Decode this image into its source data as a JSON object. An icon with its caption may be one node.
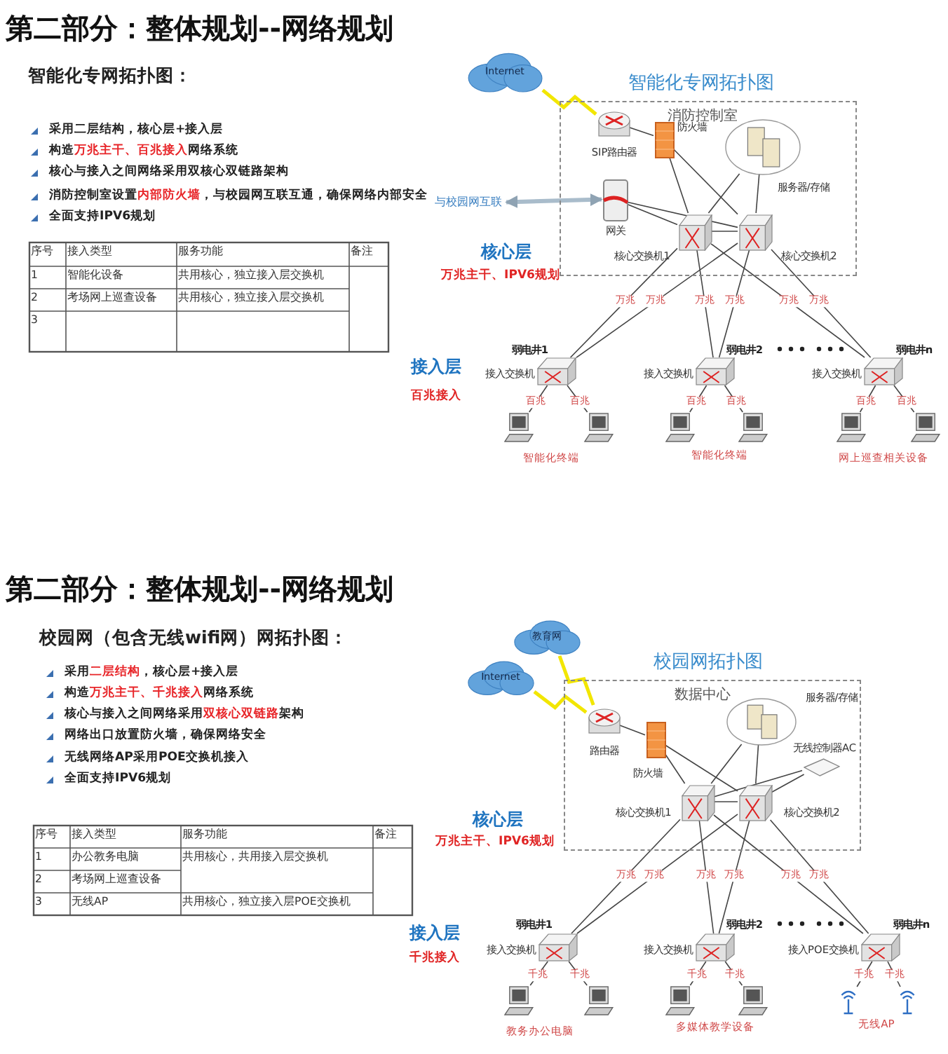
{
  "diagram": {
    "nodes": [
      {
        "text": [
          "消防控制室"
        ]
      },
      {
        "text": [
          "Internet"
        ]
      },
      {
        "text": [
          "SIP路由器"
        ],
        "in": 0
      },
      {
        "text": [
          "防火墙"
        ],
        "in": 0
      },
      {
        "text": [
          "服务器/存储"
        ],
        "in": 0
      },
      {
        "text": [
          "网关"
        ],
        "in": 0
      },
      {
        "text": [
          "核心交换机1"
        ],
        "in": 0
      },
      {
        "text": [
          "核心交换机2"
        ],
        "in": 0
      },
      {
        "text": [
          "与校园网互联"
        ]
      },
      {
        "text": [
          "接入交换机"
        ],
        "beside": [
          "弱电井1"
        ]
      },
      {
        "text": [
          "接入交换机"
        ],
        "beside": [
          "弱电井2"
        ]
      },
      {
        "text": [
          "接入交换机"
        ],
        "beside": [
          "弱电井n"
        ]
      },
      {
        "text": [],
        "shape": "picture"
      },
      {
        "text": [],
        "shape": "picture"
      },
      {
        "text": [],
        "shape": "picture"
      },
      {
        "text": [],
        "shape": "picture"
      },
      {
        "text": [],
        "shape": "picture"
      },
      {
        "text": [],
        "shape": "picture"
      },
      {
        "text": [
          "数据中心"
        ]
      },
      {
        "text": [
          "教育网"
        ]
      },
      {
        "text": [
          "Internet"
        ]
      },
      {
        "text": [
          "路由器"
        ],
        "in": 18
      },
      {
        "text": [
          "防火墙"
        ],
        "in": 18
      },
      {
        "text": [
          "服务器/存储"
        ],
        "in": 18
      },
      {
        "text": [
          "无线控制器AC"
        ],
        "in": 18
      },
      {
        "text": [
          "核心交换机1"
        ],
        "in": 18
      },
      {
        "text": [
          "核心交换机2"
        ],
        "in": 18
      },
      {
        "text": [
          "接入交换机"
        ],
        "beside": [
          "弱电井1"
        ]
      },
      {
        "text": [
          "接入交换机"
        ],
        "beside": [
          "弱电井2"
        ]
      },
      {
        "text": [
          "接入POE交换机"
        ],
        "beside": [
          "弱电井n"
        ]
      },
      {
        "text": [],
        "shape": "picture"
      },
      {
        "text": [],
        "shape": "picture"
      },
      {
        "text": [],
        "shape": "picture"
      },
      {
        "text": [],
        "shape": "picture"
      },
      {
        "text": [],
        "shape": "picture"
      },
      {
        "text": [],
        "shape": "picture"
      }
    ],
    "edges": [
      {
        "from": 1,
        "to": 2,
        "arrow": "none",
        "style": "thick",
        "color": "#f2e600"
      },
      {
        "from": 2,
        "to": 3,
        "arrow": "none"
      },
      {
        "from": 3,
        "to": 6,
        "arrow": "none"
      },
      {
        "from": 3,
        "to": 7,
        "arrow": "none"
      },
      {
        "from": 4,
        "to": 6,
        "arrow": "none"
      },
      {
        "from": 4,
        "to": 7,
        "arrow": "none"
      },
      {
        "from": 5,
        "to": 6,
        "arrow": "none"
      },
      {
        "from": 5,
        "to": 7,
        "arrow": "none"
      },
      {
        "from": 6,
        "to": 7,
        "arrow": "none"
      },
      {
        "from": 8,
        "to": 5,
        "arrow": "both",
        "style": "thick",
        "color": "#a9bccb"
      },
      {
        "from": 6,
        "to": 9,
        "arrow": "none",
        "label": "万兆"
      },
      {
        "from": 7,
        "to": 9,
        "arrow": "none",
        "label": "万兆"
      },
      {
        "from": 6,
        "to": 10,
        "arrow": "none",
        "label": "万兆"
      },
      {
        "from": 7,
        "to": 10,
        "arrow": "none",
        "label": "万兆"
      },
      {
        "from": 6,
        "to": 11,
        "arrow": "none",
        "label": "万兆"
      },
      {
        "from": 7,
        "to": 11,
        "arrow": "none",
        "label": "万兆"
      },
      {
        "from": 9,
        "to": 12,
        "arrow": "none",
        "label": "百兆"
      },
      {
        "from": 9,
        "to": 13,
        "arrow": "none",
        "label": "百兆"
      },
      {
        "from": 10,
        "to": 14,
        "arrow": "none",
        "label": "百兆"
      },
      {
        "from": 10,
        "to": 15,
        "arrow": "none",
        "label": "百兆"
      },
      {
        "from": 11,
        "to": 16,
        "arrow": "none",
        "label": "百兆"
      },
      {
        "from": 11,
        "to": 17,
        "arrow": "none",
        "label": "百兆"
      },
      {
        "from": 19,
        "to": 21,
        "arrow": "none",
        "style": "thick",
        "color": "#f2e600"
      },
      {
        "from": 20,
        "to": 21,
        "arrow": "none",
        "style": "thick",
        "color": "#f2e600"
      },
      {
        "from": 21,
        "to": 22,
        "arrow": "none"
      },
      {
        "from": 22,
        "to": 26,
        "arrow": "none"
      },
      {
        "from": 22,
        "to": 25,
        "arrow": "none"
      },
      {
        "from": 23,
        "to": 25,
        "arrow": "none"
      },
      {
        "from": 23,
        "to": 26,
        "arrow": "none"
      },
      {
        "from": 24,
        "to": 25,
        "arrow": "none"
      },
      {
        "from": 24,
        "to": 26,
        "arrow": "none"
      },
      {
        "from": 25,
        "to": 26,
        "arrow": "none"
      },
      {
        "from": 25,
        "to": 27,
        "arrow": "none",
        "label": "万兆"
      },
      {
        "from": 26,
        "to": 27,
        "arrow": "none",
        "label": "万兆"
      },
      {
        "from": 25,
        "to": 28,
        "arrow": "none",
        "label": "万兆"
      },
      {
        "from": 26,
        "to": 28,
        "arrow": "none",
        "label": "万兆"
      },
      {
        "from": 25,
        "to": 29,
        "arrow": "none",
        "label": "万兆"
      },
      {
        "from": 26,
        "to": 29,
        "arrow": "none",
        "label": "万兆"
      },
      {
        "from": 27,
        "to": 30,
        "arrow": "none",
        "label": "千兆"
      },
      {
        "from": 27,
        "to": 31,
        "arrow": "none",
        "label": "千兆"
      },
      {
        "from": 28,
        "to": 32,
        "arrow": "none",
        "label": "千兆"
      },
      {
        "from": 28,
        "to": 33,
        "arrow": "none",
        "label": "千兆"
      },
      {
        "from": 29,
        "to": 34,
        "arrow": "none",
        "label": "千兆"
      },
      {
        "from": 29,
        "to": 35,
        "arrow": "none",
        "label": "千兆"
      }
    ],
    "labels": [
      "第二部分：整体规划--网络规划",
      "智能化专网拓扑图：",
      "采用二层结构，核心层+接入层",
      "构造**万兆主干、百兆接入**网络系统",
      "核心与接入之间网络采用双核心双链路架构",
      "消防控制室设置**内部防火墙**，与校园网互联互通，确保网络内部安全",
      "全面支持IPV6规划",
      "序号",
      "接入类型",
      "服务功能",
      "备注",
      "1",
      "智能化设备",
      "共用核心，独立接入层交换机",
      "2",
      "考场网上巡查设备",
      "共用核心，独立接入层交换机",
      "3",
      "智能化专网拓扑图",
      "核心层",
      "万兆主干、IPV6规划",
      "接入层",
      "百兆接入",
      "智能化终端",
      "智能化终端",
      "网上巡查相关设备",
      "第二部分：整体规划--网络规划",
      "校园网（包含无线wifi网）网拓扑图：",
      "采用**二层结构**，核心层+接入层",
      "构造**万兆主干、千兆接入**网络系统",
      "核心与接入之间网络采用**双核心双链路**架构",
      "网络出口放置防火墙，确保网络安全",
      "无线网络AP采用POE交换机接入",
      "全面支持IPV6规划",
      "序号",
      "接入类型",
      "服务功能",
      "备注",
      "1",
      "办公教务电脑",
      "共用核心，共用接入层交换机",
      "2",
      "考场网上巡查设备",
      "3",
      "无线AP",
      "共用核心，独立接入层POE交换机",
      "校园网拓扑图",
      "核心层",
      "万兆主干、IPV6规划",
      "接入层",
      "千兆接入",
      "教务办公电脑",
      "多媒体教学设备",
      "无线AP"
    ]
  }
}
